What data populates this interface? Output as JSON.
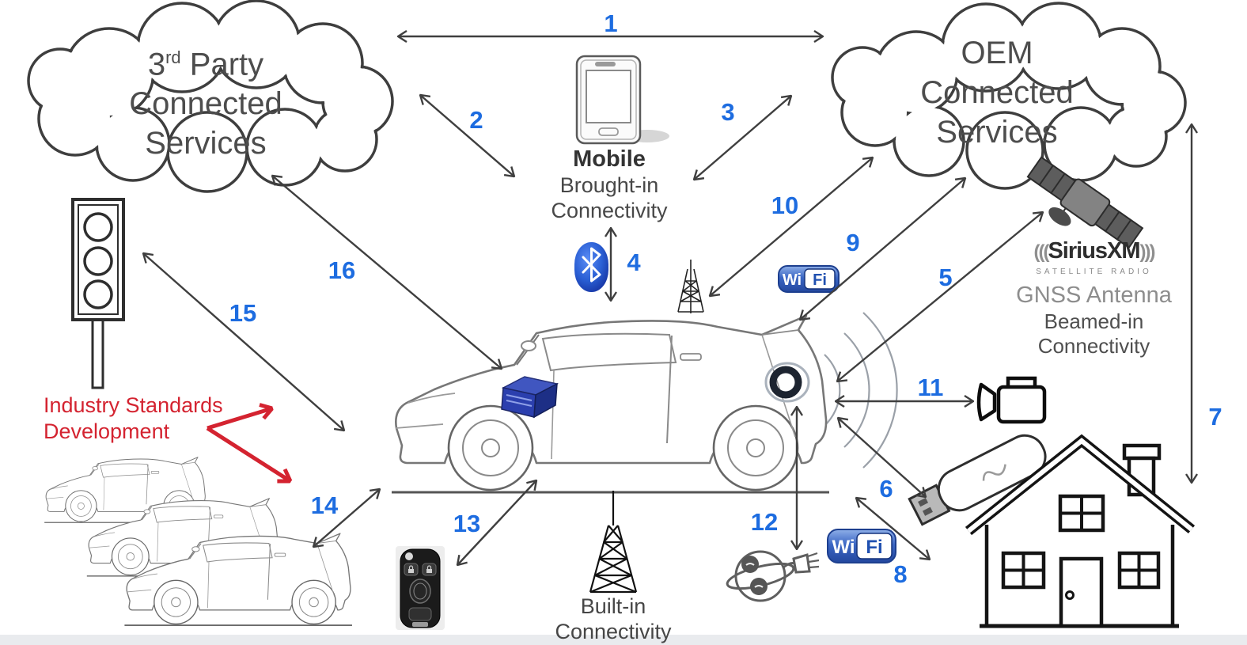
{
  "clouds": {
    "third_party": {
      "l1a": "3",
      "l1b": "rd",
      "l1c": " Party",
      "l2": "Connected",
      "l3": "Services"
    },
    "oem": {
      "l1": "OEM",
      "l2": "Connected",
      "l3": "Services"
    }
  },
  "labels": {
    "mobile_title": "Mobile",
    "mobile_sub1": "Brought-in",
    "mobile_sub2": "Connectivity",
    "gnss_title": "GNSS Antenna",
    "gnss_sub1": "Beamed-in",
    "gnss_sub2": "Connectivity",
    "builtin_sub1": "Built-in",
    "builtin_sub2": "Connectivity",
    "industry_line1": "Industry Standards",
    "industry_line2": "Development"
  },
  "siriusxm": {
    "left": "(((",
    "name": "SiriusXM",
    "right": ")))",
    "tagline": "SATELLITE RADIO"
  },
  "wifi": {
    "wi": "Wi",
    "fi": "Fi"
  },
  "connections": [
    "1",
    "2",
    "3",
    "4",
    "5",
    "6",
    "7",
    "8",
    "9",
    "10",
    "11",
    "12",
    "13",
    "14",
    "15",
    "16"
  ],
  "colors": {
    "number_blue": "#1d6ce0",
    "arrow_gray": "#3f3f3f",
    "accent_red": "#d42330",
    "bluetooth_blue": "#2a5fd4",
    "wifi_blue": "#2f5ebe",
    "obd_device_blue": "#2b3fae"
  }
}
